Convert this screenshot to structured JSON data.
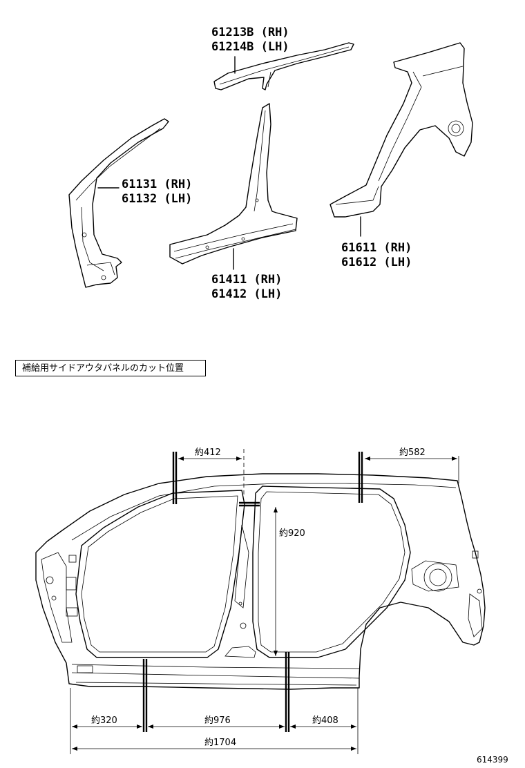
{
  "parts": [
    {
      "rh": "61213B (RH)",
      "lh": "61214B (LH)"
    },
    {
      "rh": "61131 (RH)",
      "lh": "61132 (LH)"
    },
    {
      "rh": "61411 (RH)",
      "lh": "61412 (LH)"
    },
    {
      "rh": "61611 (RH)",
      "lh": "61612 (LH)"
    }
  ],
  "caption": "補給用サイドアウタパネルのカット位置",
  "dimensions": {
    "front_roof": "約412",
    "rear_roof": "約582",
    "pillar_height": "約920",
    "front_sill": "約320",
    "mid_sill": "約976",
    "rear_sill": "約408",
    "total_length": "約1704"
  },
  "diagram_id": "614399"
}
